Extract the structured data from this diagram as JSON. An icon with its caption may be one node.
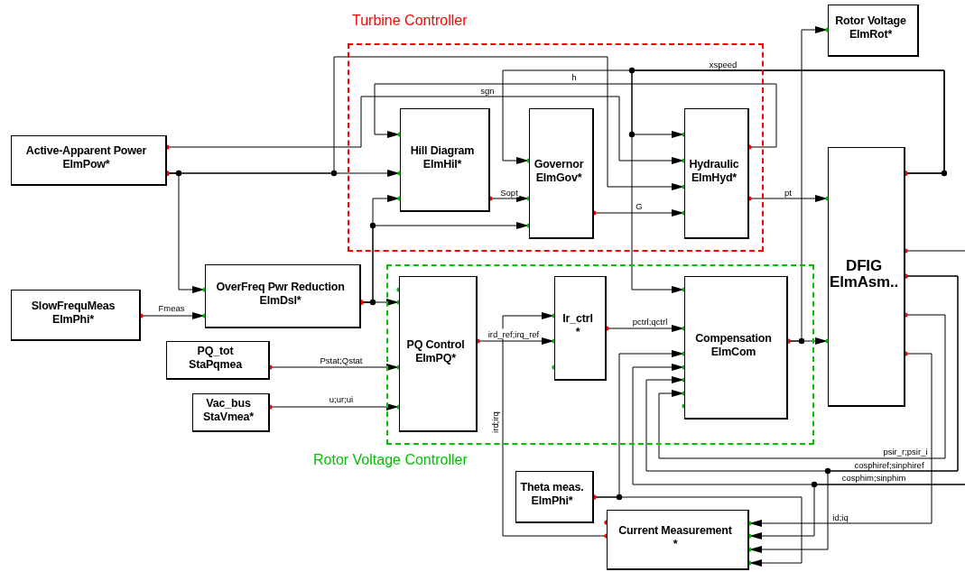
{
  "diagram": {
    "nodes": [
      {
        "text": [
          "Turbine Controller"
        ]
      },
      {
        "text": [
          "Hill Diagram",
          "ElmHil*"
        ],
        "in": 0
      },
      {
        "text": [
          "Governor",
          "ElmGov*"
        ],
        "in": 0
      },
      {
        "text": [
          "Hydraulic",
          "ElmHyd*"
        ],
        "in": 0
      },
      {
        "text": [
          "Rotor Voltage",
          "ElmRot*"
        ]
      },
      {
        "text": [
          "Active-Apparent Power",
          "ElmPow*"
        ]
      },
      {
        "text": [
          "DFIG",
          "ElmAsm.."
        ]
      },
      {
        "text": [
          "Rotor Voltage Controller"
        ]
      },
      {
        "text": [
          "SlowFrequMeas",
          "ElmPhi*"
        ]
      },
      {
        "text": [
          "OverFreq Pwr Reduction",
          "ElmDsl*"
        ]
      },
      {
        "text": [
          "PQ Control",
          "ElmPQ*"
        ],
        "in": 7
      },
      {
        "text": [
          "Ir_ctrl",
          "*"
        ],
        "in": 7
      },
      {
        "text": [
          "Compensation",
          "ElmCom"
        ],
        "in": 7
      },
      {
        "text": [
          "PQ_tot",
          "StaPqmea"
        ]
      },
      {
        "text": [
          "Vac_bus",
          "StaVmea*"
        ]
      },
      {
        "text": [
          "Theta meas.",
          "ElmPhi*"
        ]
      },
      {
        "text": [
          "Current Measurement",
          "*"
        ]
      }
    ],
    "edges": [
      {
        "from": 5,
        "to": 3,
        "arrow": "to",
        "label": "sgn"
      },
      {
        "from": 5,
        "to": 1,
        "arrow": "to"
      },
      {
        "from": 5,
        "to": 3,
        "arrow": "to"
      },
      {
        "from": 5,
        "to": 9,
        "arrow": "to"
      },
      {
        "from": 8,
        "to": 9,
        "arrow": "to",
        "label": "Fmeas"
      },
      {
        "from": 9,
        "to": 10,
        "arrow": "to"
      },
      {
        "from": 9,
        "to": 2,
        "arrow": "to"
      },
      {
        "from": 9,
        "to": 1,
        "arrow": "to"
      },
      {
        "from": 1,
        "to": 2,
        "arrow": "to",
        "label": "Sopt"
      },
      {
        "from": 2,
        "to": 3,
        "arrow": "to",
        "label": "G"
      },
      {
        "from": 3,
        "to": 1,
        "arrow": "to",
        "label": "h"
      },
      {
        "from": 3,
        "to": 6,
        "arrow": "to",
        "label": "pt"
      },
      {
        "from": 6,
        "to": 2,
        "arrow": "to",
        "label": "xspeed"
      },
      {
        "from": 6,
        "to": 3,
        "arrow": "to"
      },
      {
        "from": 6,
        "to": 12,
        "arrow": "to"
      },
      {
        "from": 12,
        "to": 6,
        "arrow": "to"
      },
      {
        "from": 12,
        "to": 4,
        "arrow": "to"
      },
      {
        "from": 13,
        "to": 10,
        "arrow": "to",
        "label": "Pstat;Qstat"
      },
      {
        "from": 14,
        "to": 10,
        "arrow": "to",
        "label": "u;ur;ui"
      },
      {
        "from": 10,
        "to": 11,
        "arrow": "to",
        "label": "ird_ref;irq_ref"
      },
      {
        "from": 16,
        "to": 11,
        "arrow": "to",
        "label": "ird;irq"
      },
      {
        "from": 11,
        "to": 12,
        "arrow": "to",
        "label": "pctrl;qctrl"
      },
      {
        "from": 15,
        "to": 12,
        "arrow": "to"
      },
      {
        "from": 15,
        "to": 16,
        "arrow": "to"
      },
      {
        "from": 6,
        "to": null,
        "arrow": "none"
      },
      {
        "from": 6,
        "to": 12,
        "arrow": "to",
        "label": "cosphiref;sinphiref"
      },
      {
        "from": 6,
        "to": 16,
        "arrow": "to"
      },
      {
        "from": 6,
        "to": 12,
        "arrow": "to",
        "label": "psir_r;psir_i"
      },
      {
        "from": 6,
        "to": 16,
        "arrow": "to",
        "label": "id;iq"
      },
      {
        "from": null,
        "to": 12,
        "arrow": "to",
        "label": "cosphim;sinphim"
      },
      {
        "from": null,
        "to": 16,
        "arrow": "to"
      }
    ]
  }
}
